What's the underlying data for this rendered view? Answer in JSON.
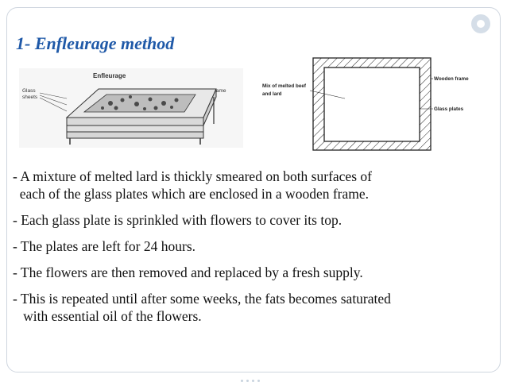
{
  "slide": {
    "title": "1- Enfleurage method",
    "bullets": [
      "- A mixture of melted lard is thickly smeared on both surfaces of",
      "  each of the glass plates which are enclosed in a wooden frame.",
      "- Each glass plate is sprinkled with flowers to cover its top.",
      "- The plates are left for 24 hours.",
      "- The flowers are then removed and replaced by a fresh supply.",
      "- This is repeated until after some weeks, the fats becomes saturated",
      "   with essential oil of the flowers."
    ]
  },
  "figure_left": {
    "heading": "Enfleurage",
    "label_glass": "Glass",
    "label_sheets": "sheets",
    "label_frame": "Wooden frame"
  },
  "figure_right": {
    "label_mix_line1": "Mix of melted beef",
    "label_mix_line2": "and lard",
    "label_frame": "Wooden frame",
    "label_plates": "Glass plates"
  },
  "colors": {
    "title": "#1f59a8",
    "frame_border": "#cfd6df"
  }
}
